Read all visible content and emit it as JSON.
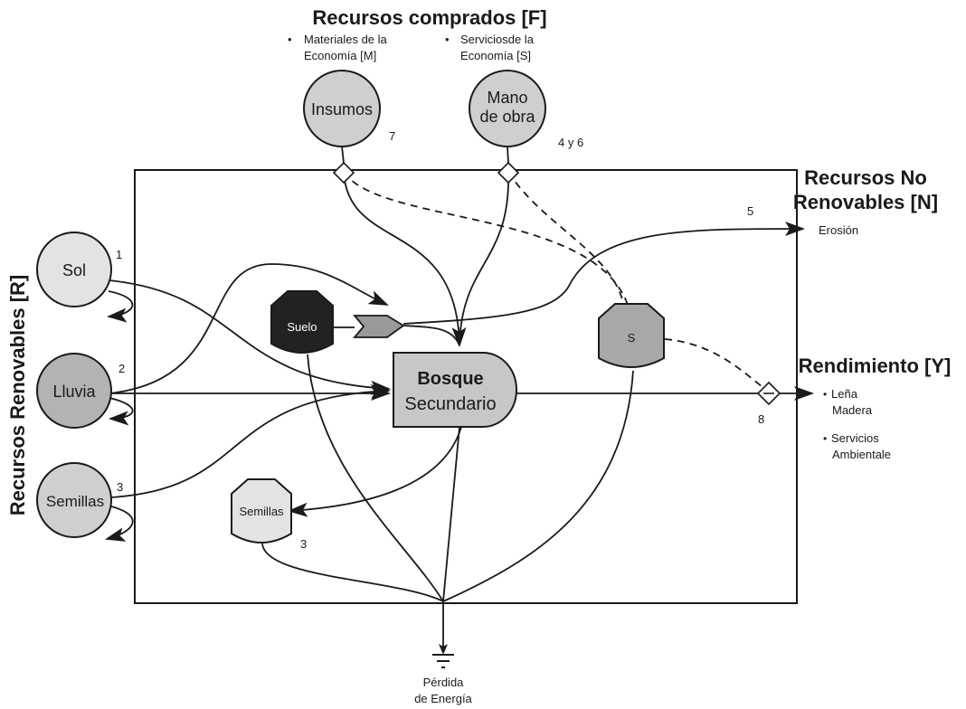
{
  "colors": {
    "line": "#1a1a1a",
    "source_light": "#e3e3e3",
    "source_mid": "#cfcfcf",
    "source_dark": "#b3b3b3",
    "storage_dark": "#222222",
    "storage_gray": "#a8a8a8",
    "storage_light": "#e3e3e3",
    "consumer_fill": "#c7c7c7"
  },
  "purchased": {
    "title": "Recursos comprados [F]",
    "materials_line1": "Materiales de la",
    "materials_line2": "Economía [M]",
    "services_line1": "Serviciosde la",
    "services_line2": "Economía [S]",
    "bullet": "•"
  },
  "sources": {
    "insumos": {
      "label": "Insumos",
      "number": "7"
    },
    "mano_line1": "Mano",
    "mano_line2": "de obra",
    "mano_number": "4 y 6",
    "sol": {
      "label": "Sol",
      "number": "1"
    },
    "lluvia": {
      "label": "Lluvia",
      "number": "2"
    },
    "semillas": {
      "label": "Semillas",
      "number": "3"
    }
  },
  "renewables_title": "Recursos Renovables [R]",
  "nonrenewables": {
    "title_line1": "Recursos No",
    "title_line2": "Renovables [N]",
    "output": "Erosión",
    "number": "5"
  },
  "storages": {
    "suelo": "Suelo",
    "s": "S",
    "semillas": "Semillas",
    "semillas_number": "3"
  },
  "bosque": {
    "line1": "Bosque",
    "line2": "Secundario"
  },
  "yield": {
    "title": "Rendimiento [Y]",
    "number": "8",
    "bullet": "•",
    "item1_line1": "Leña",
    "item1_line2": "Madera",
    "item2_line1": "Servicios",
    "item2_line2": "Ambientale"
  },
  "sink": {
    "line1": "Pérdida",
    "line2": "de Energía"
  }
}
